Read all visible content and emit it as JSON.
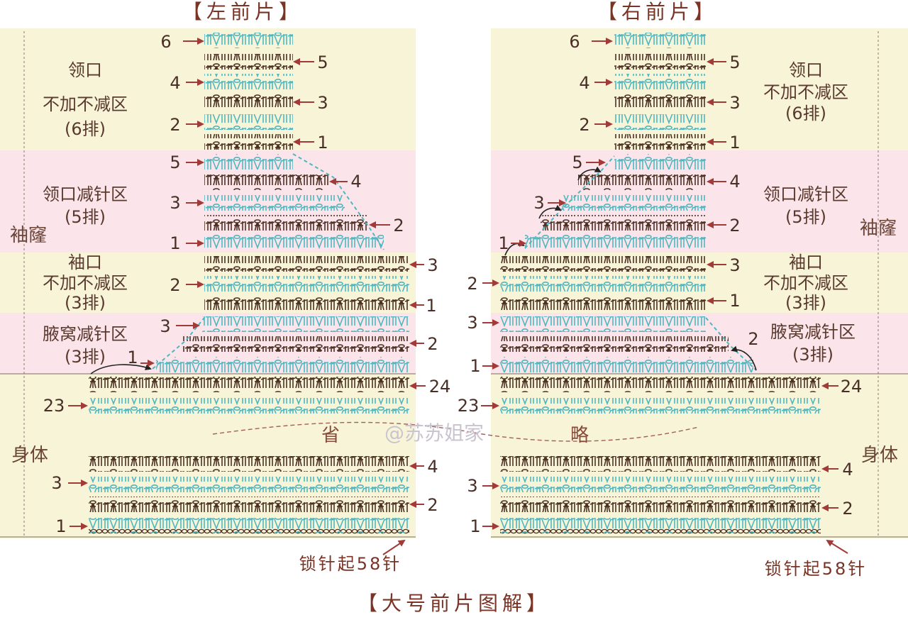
{
  "titles": {
    "left_front": "【左前片】",
    "right_front": "【右前片】",
    "bottom": "【大号前片图解】"
  },
  "zones": {
    "neck_plain": [
      "领口",
      "不加不减区",
      "(6排)"
    ],
    "neck_decrease": [
      "领口减针区",
      "(5排)"
    ],
    "armhole_plain": [
      "袖口",
      "不加不减区",
      "(3排)"
    ],
    "underarm_decrease": [
      "腋窝减针区",
      "(3排)"
    ],
    "sleeve_hole": "袖窿",
    "body": "身体"
  },
  "omitted_marker": [
    "省",
    "略"
  ],
  "watermark": "@苏苏姐家",
  "chain_start_label": "锁针起58针",
  "row_numbers": {
    "neck_plain": [
      "1",
      "2",
      "3",
      "4",
      "5",
      "6"
    ],
    "neck_decrease": [
      "1",
      "2",
      "3",
      "4",
      "5"
    ],
    "armhole_plain": [
      "1",
      "2",
      "3"
    ],
    "underarm_decrease": [
      "1",
      "2",
      "3"
    ],
    "body_top": [
      "23",
      "24"
    ],
    "body_bottom": [
      "1",
      "2",
      "3",
      "4"
    ]
  },
  "colors": {
    "band_yellow": "#f8f4d8",
    "band_pink": "#fbe5ea",
    "stitch_teal": "#4fb6bf",
    "stitch_brown": "#5a3a2a",
    "arrow_red": "#a23a37",
    "title_red": "#7a3426"
  }
}
